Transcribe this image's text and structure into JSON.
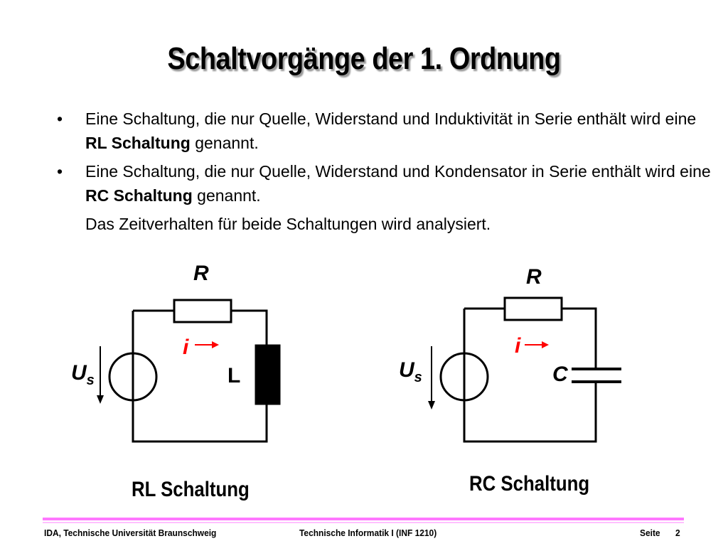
{
  "slide": {
    "title": "Schaltvorgänge der 1. Ordnung",
    "bullet1": {
      "dot": "•",
      "text_before": "Eine Schaltung, die nur Quelle, Widerstand und Induktivität in Serie enthält wird eine ",
      "bold": "RL Schaltung",
      "text_after": " genannt."
    },
    "bullet2": {
      "dot": "•",
      "text_before": "Eine Schaltung, die nur Quelle, Widerstand und Kondensator in Serie enthält wird eine ",
      "bold": "RC Schaltung",
      "text_after": " genannt."
    },
    "note": "Das Zeitverhalten für beide Schaltungen wird analysiert."
  },
  "rl_circuit": {
    "resistor_label": "R",
    "current_label": "i",
    "source_label": "U",
    "source_subscript": "s",
    "inductor_label": "L",
    "caption": "RL Schaltung",
    "current_color": "#ff0000"
  },
  "rc_circuit": {
    "resistor_label": "R",
    "current_label": "i",
    "source_label": "U",
    "source_subscript": "s",
    "capacitor_label": "C",
    "caption": "RC Schaltung",
    "current_color": "#ff0000"
  },
  "footer": {
    "institution": "IDA, Technische Universität Braunschweig",
    "course": "Technische Informatik I (INF 1210)",
    "page_label": "Seite",
    "page_number": "2",
    "line_color": "#ff77ff"
  }
}
